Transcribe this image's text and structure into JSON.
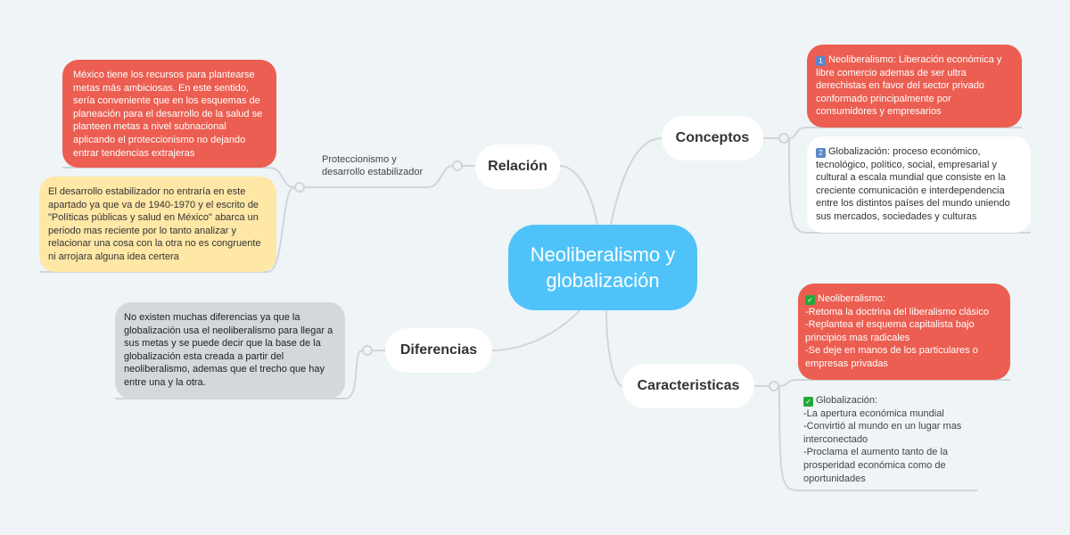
{
  "central": "Neoliberalismo y globalización",
  "topics": {
    "conceptos": "Conceptos",
    "relacion": "Relación",
    "diferencias": "Diferencias",
    "caracteristicas": "Caracteristicas"
  },
  "relacion": {
    "label": "Proteccionismo y desarrollo estabilizador",
    "card1": "México tiene los recursos para plantearse metas más ambiciosas. En este sentido, sería conveniente que en los esquemas de planeación para el desarrollo de la  salud se planteen metas a nivel subnacional aplicando el proteccionismo no dejando entrar tendencias extrajeras",
    "card2": "El desarrollo estabilizador no entraría en este apartado ya que va de 1940-1970 y el escrito de \"Políticas públicas y salud en México\" abarca un periodo mas reciente por lo tanto analizar y relacionar una cosa con la otra no es congruente ni arrojara alguna idea certera"
  },
  "diferencias": {
    "card": "No existen muchas diferencias ya que la globalización usa el neoliberalismo para llegar a sus metas y se puede decir que la base de la globalización esta creada a partir del neoliberalismo, ademas que el trecho que hay entre una y la otra."
  },
  "conceptos": {
    "n1": "1",
    "card1": "Neoliberalismo: Liberación económica y libre comercio ademas de ser ultra derechistas en favor del sector privado conformado principalmente por consumidores y empresarios",
    "n2": "2",
    "card2": "Globalización: proceso económico, tecnológico, político, social, empresarial y cultural a escala mundial que consiste en la creciente comunicación e interdependencia entre los distintos países del mundo uniendo sus mercados, sociedades y culturas"
  },
  "caracteristicas": {
    "neo_title": "Neoliberalismo:",
    "neo_items": [
      "-Retoma la doctrina del liberalismo clásico",
      "-Replantea el esquema capitalista bajo principios mas radicales",
      "-Se deje en manos de los particulares o empresas privadas"
    ],
    "glo_title": "Globalización:",
    "glo_items": [
      "-La apertura económica mundial",
      "-Convirtió al mundo en un lugar mas interconectado",
      "-Proclama el aumento tanto de la prosperidad económica como de oportunidades"
    ]
  },
  "colors": {
    "central": "#4fc3f9",
    "red": "#eb5e51",
    "yellow": "#ffe7a6",
    "gray": "#d3d8db",
    "line": "#cfd6da"
  }
}
